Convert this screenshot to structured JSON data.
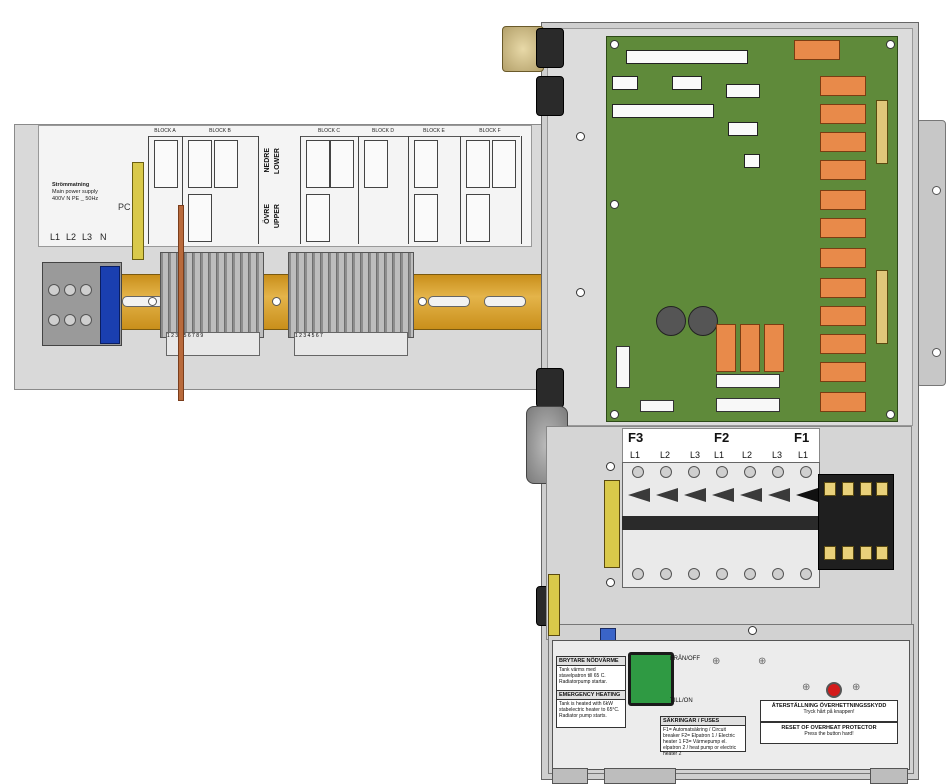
{
  "left_panel": {
    "supply_title": "Strömmatning",
    "supply_sub": "Main power supply",
    "supply_spec": "400V N PE _ 50Hz",
    "pc_label": "PC",
    "phases": [
      "L1",
      "L2",
      "L3",
      "N"
    ],
    "blocks": [
      "BLOCK A",
      "BLOCK B",
      "BLOCK C",
      "BLOCK D",
      "BLOCK E",
      "BLOCK F"
    ],
    "nedre_label": "NEDRE",
    "lower_label": "LOWER",
    "ovre_label": "ÖVRE",
    "upper_label": "UPPER",
    "term_nums_a": "1 2 3 4 5 6 7 8 9",
    "term_nums_b": "1 2 3 4 5 6 7"
  },
  "fuses": {
    "f3": "F3",
    "f2": "F2",
    "f1": "F1",
    "phases": [
      "L1",
      "L2",
      "L3",
      "L1",
      "L2",
      "L3",
      "L1"
    ]
  },
  "control_panel": {
    "box1_title": "BRYTARE NÖDVÄRME",
    "box1_text": "Tank värms med stavelpatron till 65 C. Radiatorpump startar.",
    "box2_title": "EMERGENCY HEATING",
    "box2_text": "Tank is heated with 6kW stabelectric heater to 65°C. Radiator pump starts.",
    "offlabel": "FRÅN/OFF",
    "onlabel": "TILL/ON",
    "fuses_title": "SÄKRINGAR / FUSES",
    "fuses_text": "F1= Automatsäkring / Circuit breaker F2= Elpatron 1 / Electric heater 1 F3= Värmepump el. elpatron 2 / heat pump or electric heater 2",
    "reset_sv_title": "ÅTERSTÄLLNING ÖVERHETTNINGSSKYDD",
    "reset_sv_text": "Tryck hårt på knappen!",
    "reset_en_title": "RESET OF OVERHEAT PROTECTOR",
    "reset_en_text": "Press the button hard!"
  },
  "colors": {
    "pcb": "#5f8a3a",
    "relay": "#e88a4a",
    "din_rail": "#c98f1b",
    "green_button": "#2f9a43",
    "red_button": "#d41a1a",
    "blue_terminal": "#1a3fb0"
  }
}
